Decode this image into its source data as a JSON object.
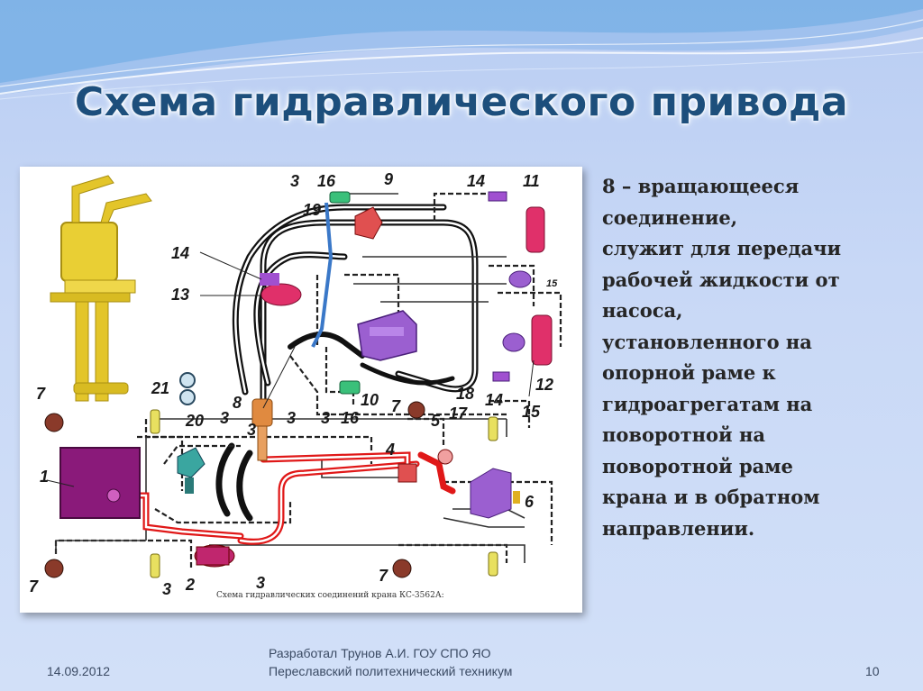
{
  "slide": {
    "title": "Схема гидравлического привода",
    "description_lines": [
      "8 – вращающееся",
      "соединение,",
      "служит для передачи",
      "рабочей жидкости от",
      "насоса,",
      "установленного на",
      "опорной раме к",
      "гидроагрегатам на",
      "поворотной на",
      "поворотной раме",
      "крана и в обратном",
      "направлении."
    ],
    "footer": {
      "date": "14.09.2012",
      "author_line1": "Разработал Трунов А.И. ГОУ СПО ЯО",
      "author_line2": "Переславский политехнический техникум",
      "page_number": "10"
    }
  },
  "diagram": {
    "caption": "Схема гидравлических соединений крана КС-3562А:",
    "labels": {
      "l1": "1",
      "l2": "2",
      "l3a": "3",
      "l3b": "3",
      "l3c": "3",
      "l3d": "3",
      "l3e": "3",
      "l3f": "3",
      "l3g": "3",
      "l4": "4",
      "l5": "5",
      "l6": "6",
      "l7a": "7",
      "l7b": "7",
      "l7c": "7",
      "l7d": "7",
      "l8": "8",
      "l9": "9",
      "l10": "10",
      "l11": "11",
      "l12": "12",
      "l13": "13",
      "l14a": "14",
      "l14b": "14",
      "l14c": "14",
      "l15a": "15",
      "l15b": "15",
      "l16a": "16",
      "l16b": "16",
      "l17": "17",
      "l18": "18",
      "l19": "19",
      "l20": "20",
      "l21": "21"
    },
    "colors": {
      "pressure_line": "#e01818",
      "hose": "#111111",
      "tank": "#8a1a7a",
      "pump": "#c0266e",
      "distributor": "#9b5fd0",
      "swivel": "#e08a40",
      "gauge": "#8cb0c8",
      "filter": "#3aa6a0"
    }
  }
}
